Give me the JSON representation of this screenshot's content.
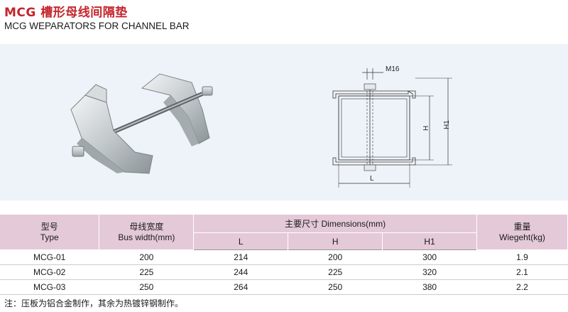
{
  "header": {
    "title_cn": "MCG 槽形母线间隔垫",
    "title_en": "MCG WEPARATORS FOR CHANNEL BAR"
  },
  "drawing": {
    "label_bolt": "M16",
    "label_h": "H",
    "label_h1": "H1",
    "label_l": "L"
  },
  "table": {
    "col_type_cn": "型号",
    "col_type_en": "Type",
    "col_width_cn": "母线宽度",
    "col_width_en": "Bus width(mm)",
    "col_dims": "主要尺寸 Dimensions(mm)",
    "col_l": "L",
    "col_h": "H",
    "col_h1": "H1",
    "col_weight_cn": "重量",
    "col_weight_en": "Wiegeht(kg)",
    "rows": [
      {
        "type": "MCG-01",
        "width": "200",
        "l": "214",
        "h": "200",
        "h1": "300",
        "weight": "1.9"
      },
      {
        "type": "MCG-02",
        "width": "225",
        "l": "244",
        "h": "225",
        "h1": "320",
        "weight": "2.1"
      },
      {
        "type": "MCG-03",
        "width": "250",
        "l": "264",
        "h": "250",
        "h1": "380",
        "weight": "2.2"
      }
    ]
  },
  "note": "注：压板为铝合金制作，其余为热镀锌钢制作。"
}
